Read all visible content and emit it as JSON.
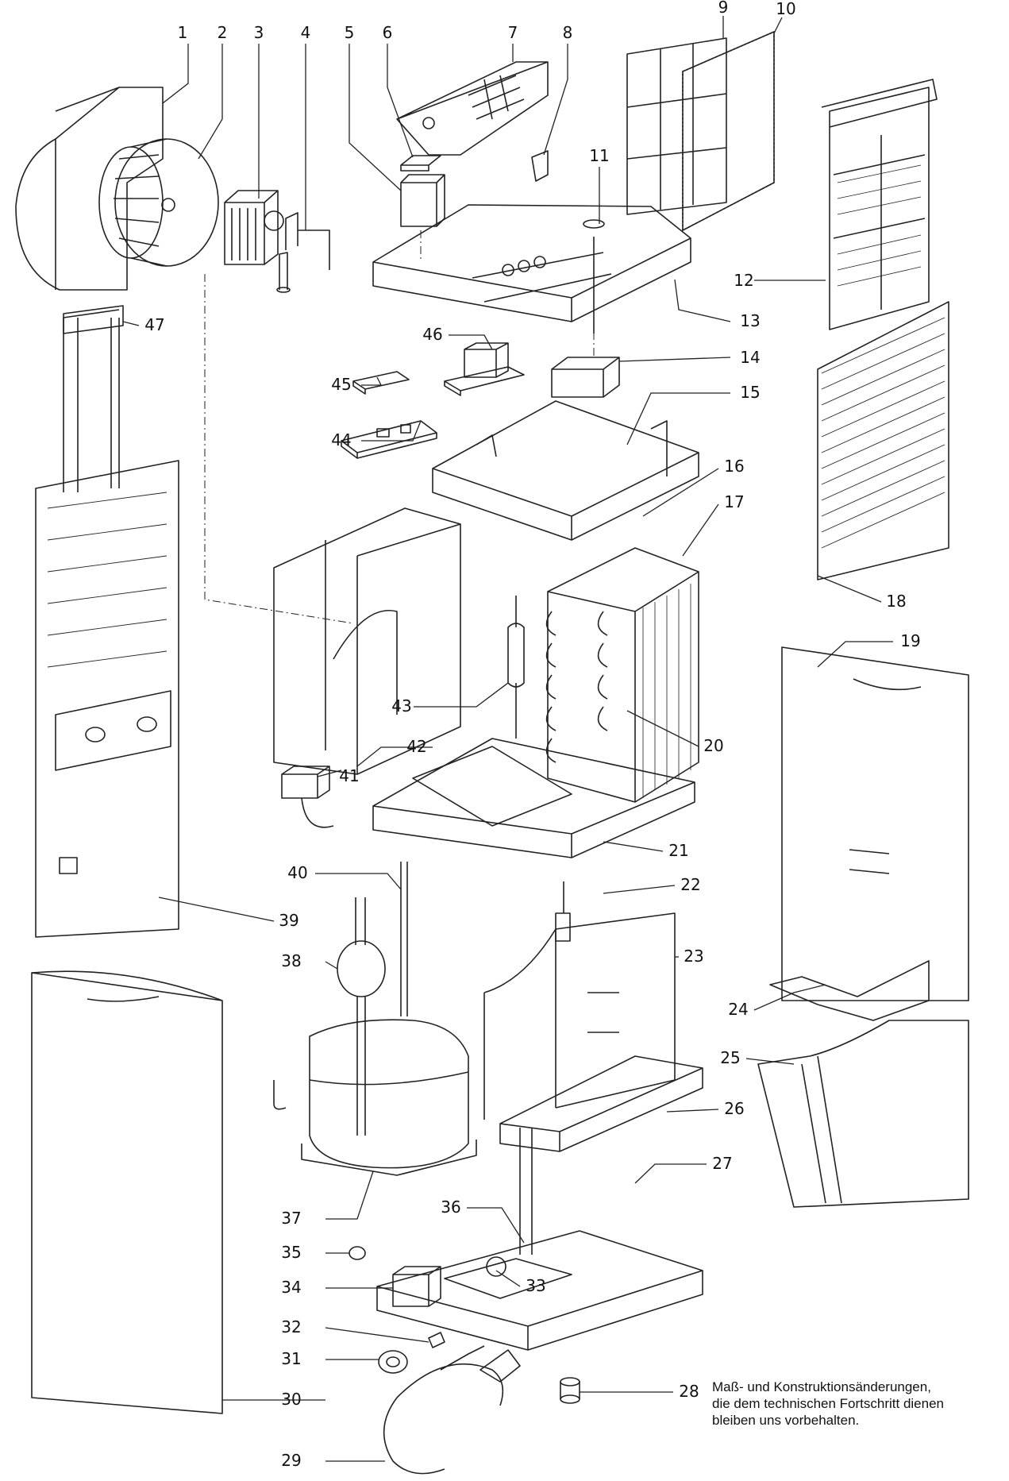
{
  "parts": [
    {
      "number": "1"
    },
    {
      "number": "2"
    },
    {
      "number": "3"
    },
    {
      "number": "4"
    },
    {
      "number": "5"
    },
    {
      "number": "6"
    },
    {
      "number": "7"
    },
    {
      "number": "8"
    },
    {
      "number": "9"
    },
    {
      "number": "10"
    },
    {
      "number": "11"
    },
    {
      "number": "12"
    },
    {
      "number": "13"
    },
    {
      "number": "14"
    },
    {
      "number": "15"
    },
    {
      "number": "16"
    },
    {
      "number": "17"
    },
    {
      "number": "18"
    },
    {
      "number": "19"
    },
    {
      "number": "20"
    },
    {
      "number": "21"
    },
    {
      "number": "22"
    },
    {
      "number": "23"
    },
    {
      "number": "24"
    },
    {
      "number": "25"
    },
    {
      "number": "26"
    },
    {
      "number": "27"
    },
    {
      "number": "28"
    },
    {
      "number": "29"
    },
    {
      "number": "30"
    },
    {
      "number": "31"
    },
    {
      "number": "32"
    },
    {
      "number": "33"
    },
    {
      "number": "34"
    },
    {
      "number": "35"
    },
    {
      "number": "36"
    },
    {
      "number": "37"
    },
    {
      "number": "38"
    },
    {
      "number": "39"
    },
    {
      "number": "40"
    },
    {
      "number": "41"
    },
    {
      "number": "42"
    },
    {
      "number": "43"
    },
    {
      "number": "44"
    },
    {
      "number": "45"
    },
    {
      "number": "46"
    },
    {
      "number": "47"
    }
  ],
  "disclaimer": {
    "line1": "Maß- und Konstruktionsänderungen,",
    "line2": "die dem technischen Fortschritt dienen",
    "line3": "bleiben uns vorbehalten."
  }
}
